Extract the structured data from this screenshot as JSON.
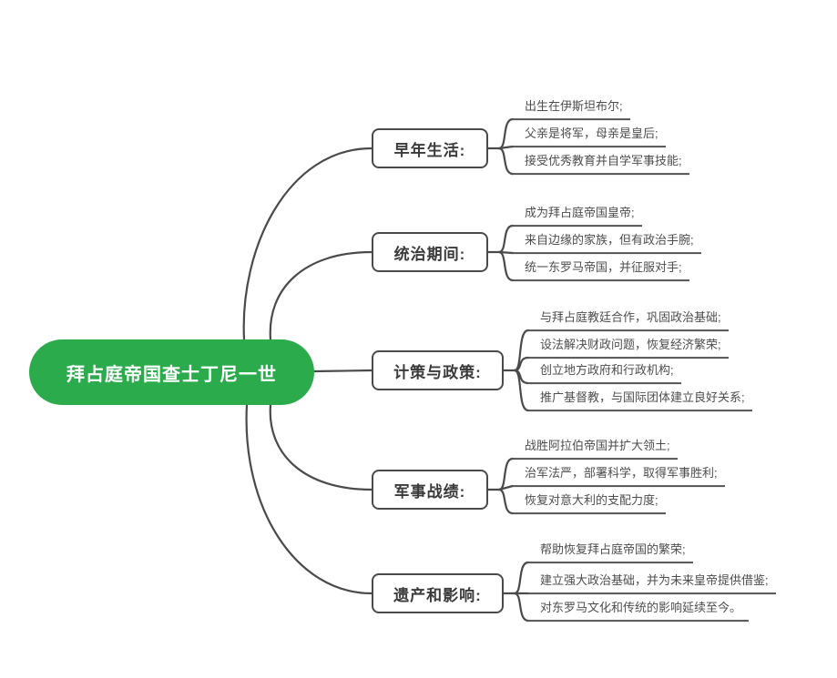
{
  "root": {
    "label": "拜占庭帝国查士丁尼一世"
  },
  "branches": [
    {
      "label": "早年生活:",
      "children": [
        "出生在伊斯坦布尔;",
        "父亲是将军，母亲是皇后;",
        "接受优秀教育并自学军事技能;"
      ]
    },
    {
      "label": "统治期间:",
      "children": [
        "成为拜占庭帝国皇帝;",
        "来自边缘的家族，但有政治手腕;",
        "统一东罗马帝国，并征服对手;"
      ]
    },
    {
      "label": "计策与政策:",
      "children": [
        "与拜占庭教廷合作，巩固政治基础;",
        "设法解决财政问题，恢复经济繁荣;",
        "创立地方政府和行政机构;",
        "推广基督教，与国际团体建立良好关系;"
      ]
    },
    {
      "label": "军事战绩:",
      "children": [
        "战胜阿拉伯帝国并扩大领土;",
        "治军法严，部署科学，取得军事胜利;",
        "恢复对意大利的支配力度;"
      ]
    },
    {
      "label": "遗产和影响:",
      "children": [
        "帮助恢复拜占庭帝国的繁荣;",
        "建立强大政治基础，并为未来皇帝提供借鉴;",
        "对东罗马文化和传统的影响延续至今。"
      ]
    }
  ],
  "colors": {
    "root_fill": "#2bab4c",
    "root_text": "#ffffff",
    "line": "#4a4a4a",
    "leaf_text": "#4d4d4d"
  }
}
